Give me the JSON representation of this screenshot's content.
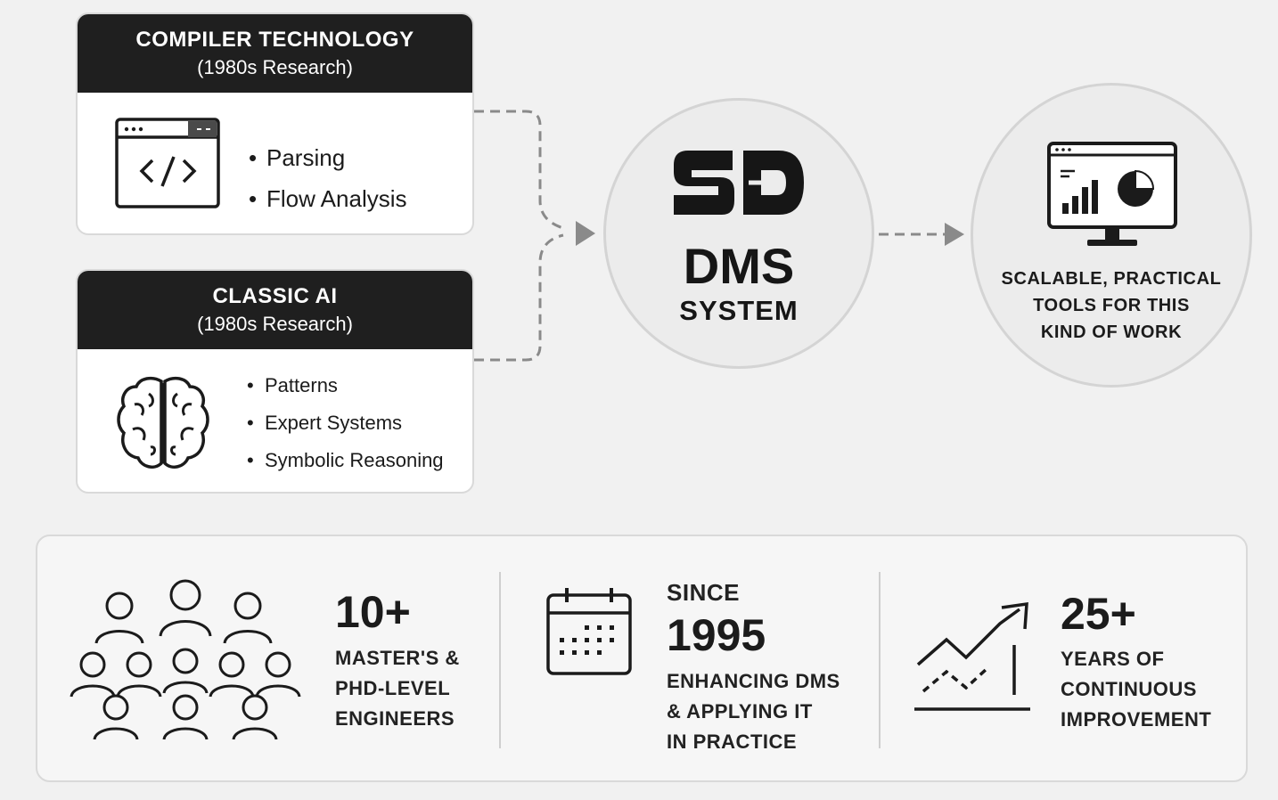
{
  "compiler_card": {
    "title": "COMPILER TECHNOLOGY",
    "subtitle": "(1980s Research)",
    "bullets": [
      "Parsing",
      "Flow Analysis"
    ],
    "icon": "code-window-icon"
  },
  "ai_card": {
    "title": "CLASSIC AI",
    "subtitle": "(1980s Research)",
    "bullets": [
      "Patterns",
      "Expert Systems",
      "Symbolic Reasoning"
    ],
    "icon": "brain-icon"
  },
  "center": {
    "logo_text": "SD",
    "title": "DMS",
    "subtitle": "SYSTEM"
  },
  "output": {
    "lines": [
      "SCALABLE, PRACTICAL",
      "TOOLS FOR THIS",
      "KIND OF WORK"
    ],
    "icon": "dashboard-monitor-icon"
  },
  "stats": [
    {
      "value": "10+",
      "lines": [
        "MASTER'S &",
        "PHD-LEVEL",
        "ENGINEERS"
      ],
      "icon": "team-people-icon"
    },
    {
      "prefix": "SINCE",
      "value": "1995",
      "lines": [
        "ENHANCING DMS",
        "& APPLYING IT",
        "IN PRACTICE"
      ],
      "icon": "calendar-icon"
    },
    {
      "value": "25+",
      "lines": [
        "YEARS OF",
        "CONTINUOUS",
        "IMPROVEMENT"
      ],
      "icon": "growth-chart-icon"
    }
  ],
  "colors": {
    "header_bg": "#1f1f1f",
    "card_bg": "#ffffff",
    "circle_bg": "#ececec",
    "arrow": "#8a8a8a",
    "text": "#1b1b1b"
  }
}
